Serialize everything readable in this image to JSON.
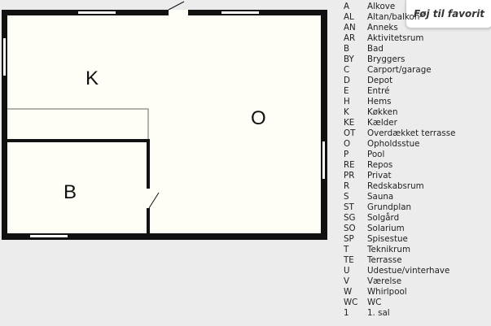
{
  "plan": {
    "rooms": [
      {
        "code": "K"
      },
      {
        "code": "O"
      },
      {
        "code": "B"
      }
    ]
  },
  "legend": [
    {
      "code": "A",
      "name": "Alkove"
    },
    {
      "code": "AL",
      "name": "Altan/balkon"
    },
    {
      "code": "AN",
      "name": "Anneks"
    },
    {
      "code": "AR",
      "name": "Aktivitetsrum"
    },
    {
      "code": "B",
      "name": "Bad"
    },
    {
      "code": "BY",
      "name": "Bryggers"
    },
    {
      "code": "C",
      "name": "Carport/garage"
    },
    {
      "code": "D",
      "name": "Depot"
    },
    {
      "code": "E",
      "name": "Entré"
    },
    {
      "code": "H",
      "name": "Hems"
    },
    {
      "code": "K",
      "name": "Køkken"
    },
    {
      "code": "KE",
      "name": "Kælder"
    },
    {
      "code": "OT",
      "name": "Overdækket terrasse"
    },
    {
      "code": "O",
      "name": "Opholdsstue"
    },
    {
      "code": "P",
      "name": "Pool"
    },
    {
      "code": "RE",
      "name": "Repos"
    },
    {
      "code": "PR",
      "name": "Privat"
    },
    {
      "code": "R",
      "name": "Redskabsrum"
    },
    {
      "code": "S",
      "name": "Sauna"
    },
    {
      "code": "ST",
      "name": "Grundplan"
    },
    {
      "code": "SG",
      "name": "Solgård"
    },
    {
      "code": "SO",
      "name": "Solarium"
    },
    {
      "code": "SP",
      "name": "Spisestue"
    },
    {
      "code": "T",
      "name": "Teknikrum"
    },
    {
      "code": "TE",
      "name": "Terrasse"
    },
    {
      "code": "U",
      "name": "Udestue/vinterhave"
    },
    {
      "code": "V",
      "name": "Værelse"
    },
    {
      "code": "W",
      "name": "Whirlpool"
    },
    {
      "code": "WC",
      "name": "WC"
    },
    {
      "code": "1",
      "name": "1. sal"
    }
  ],
  "favorite_button": "Føj til favorit"
}
